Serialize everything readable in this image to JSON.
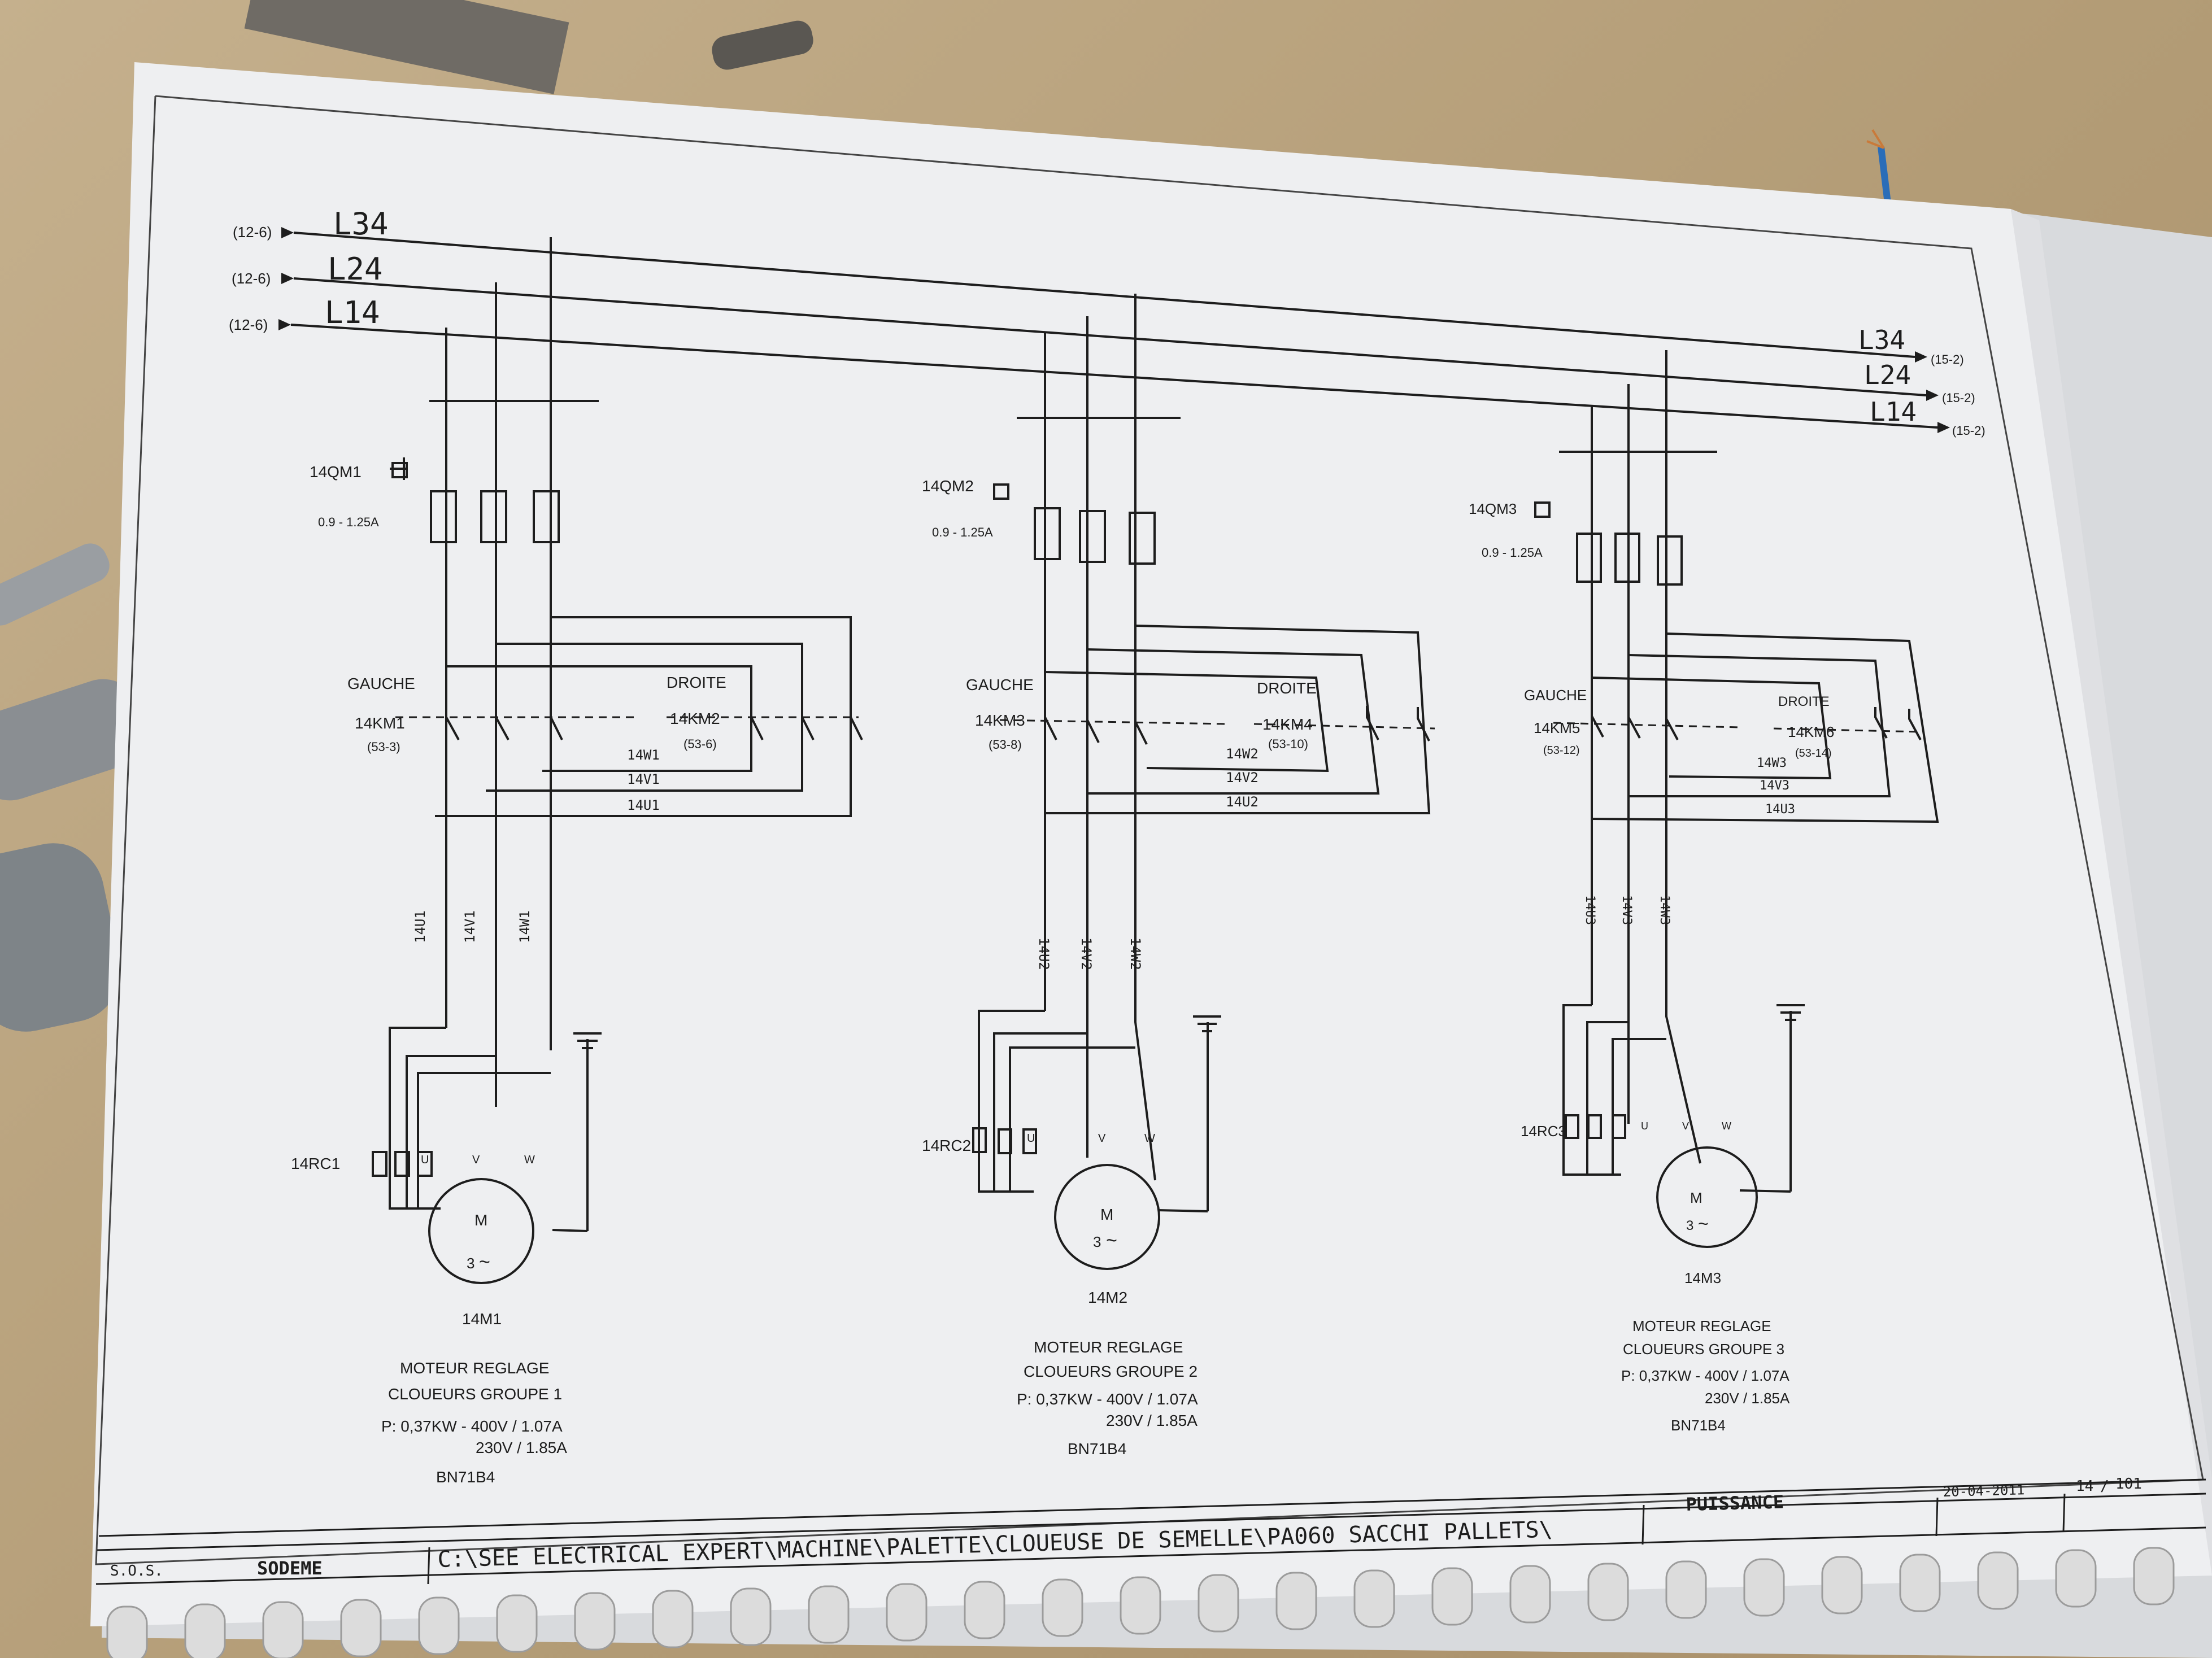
{
  "supply": {
    "source_ref": "(12-6)",
    "dest_ref": "(15-2)",
    "lines_left": [
      "L34",
      "L24",
      "L14"
    ],
    "lines_right": [
      "L34",
      "L24",
      "L14"
    ]
  },
  "labels": {
    "gauche": "GAUCHE",
    "droite": "DROITE",
    "rating": "0.9 - 1.25A",
    "phase_u": "U",
    "phase_v": "V",
    "phase_w": "W",
    "motor_m": "M",
    "motor_3": "3"
  },
  "groups": [
    {
      "breaker": "14QM1",
      "km_left": "14KM1",
      "km_left_ref": "(53-3)",
      "km_right": "14KM2",
      "km_right_ref": "(53-6)",
      "wires": [
        "14W1",
        "14V1",
        "14U1"
      ],
      "vert_wires": [
        "14U1",
        "14V1",
        "14W1"
      ],
      "rc": "14RC1",
      "motor": "14M1",
      "desc": [
        "MOTEUR REGLAGE",
        "CLOUEURS GROUPE 1",
        "P: 0,37KW - 400V / 1.07A",
        "230V / 1.85A",
        "BN71B4"
      ]
    },
    {
      "breaker": "14QM2",
      "km_left": "14KM3",
      "km_left_ref": "(53-8)",
      "km_right": "14KM4",
      "km_right_ref": "(53-10)",
      "wires": [
        "14W2",
        "14V2",
        "14U2"
      ],
      "vert_wires": [
        "14U2",
        "14V2",
        "14W2"
      ],
      "rc": "14RC2",
      "motor": "14M2",
      "desc": [
        "MOTEUR REGLAGE",
        "CLOUEURS GROUPE 2",
        "P: 0,37KW - 400V / 1.07A",
        "230V / 1.85A",
        "BN71B4"
      ]
    },
    {
      "breaker": "14QM3",
      "km_left": "14KM5",
      "km_left_ref": "(53-12)",
      "km_right": "14KM6",
      "km_right_ref": "(53-14)",
      "wires": [
        "14W3",
        "14V3",
        "14U3"
      ],
      "vert_wires": [
        "14U3",
        "14V3",
        "14W3"
      ],
      "rc": "14RC3",
      "motor": "14M3",
      "desc": [
        "MOTEUR REGLAGE",
        "CLOUEURS GROUPE 3",
        "P: 0,37KW - 400V / 1.07A",
        "230V / 1.85A",
        "BN71B4"
      ]
    }
  ],
  "title_block": {
    "company_short": "S.O.S.",
    "company": "SODEME",
    "path": "C:\\SEE ELECTRICAL EXPERT\\MACHINE\\PALETTE\\CLOUEUSE DE SEMELLE\\PA060 SACCHI PALLETS\\",
    "section": "PUISSANCE",
    "date": "20-04-2011",
    "page": "14",
    "total": "101"
  },
  "colors": {
    "paper": "#eeeff1",
    "ink": "#1d1d1d",
    "table": "#b9a582",
    "binding": "#dcdcdc"
  }
}
